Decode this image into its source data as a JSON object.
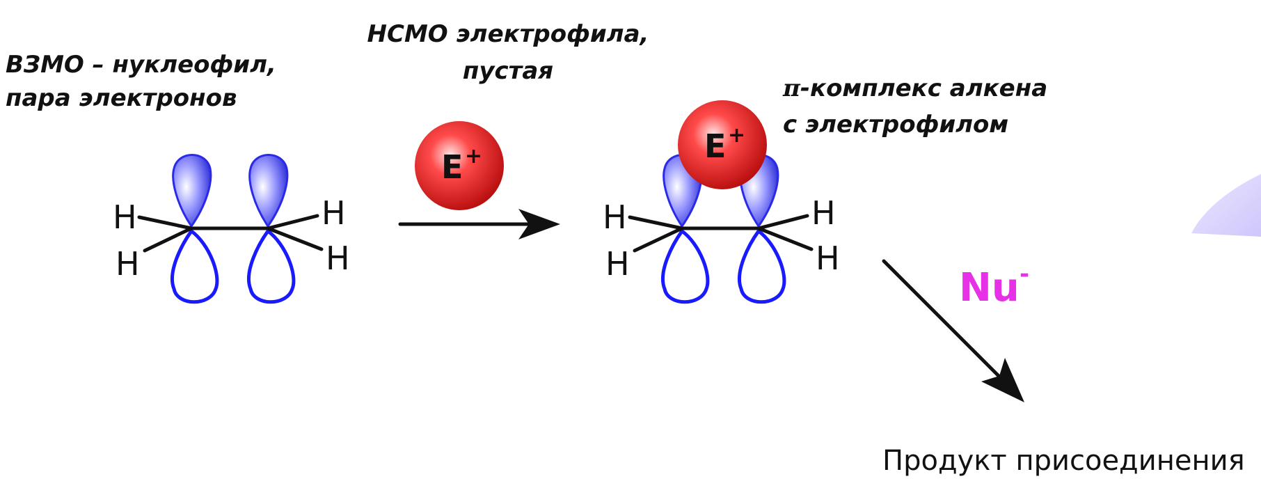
{
  "labels": {
    "homo_line1": "ВЗМО – нуклеофил,",
    "homo_line2": "пара электронов",
    "lumo_line1": "НСМО электрофила,",
    "lumo_line2": "пустая",
    "pi_complex_symbol": "π",
    "pi_complex_line1_rest": "-комплекс алкена",
    "pi_complex_line2": "с электрофилом",
    "product": "Продукт присоединения"
  },
  "alkene": {
    "h_symbol": "H"
  },
  "electrophile": {
    "symbol": "E",
    "charge": "+"
  },
  "nucleophile": {
    "symbol": "Nu",
    "charge": "-"
  },
  "colors": {
    "orbital_blue": "#1a1aff",
    "electrophile_red": "#e02020",
    "nucleophile_magenta": "#e631e6",
    "decor_lavender": "#e2dcfb"
  }
}
